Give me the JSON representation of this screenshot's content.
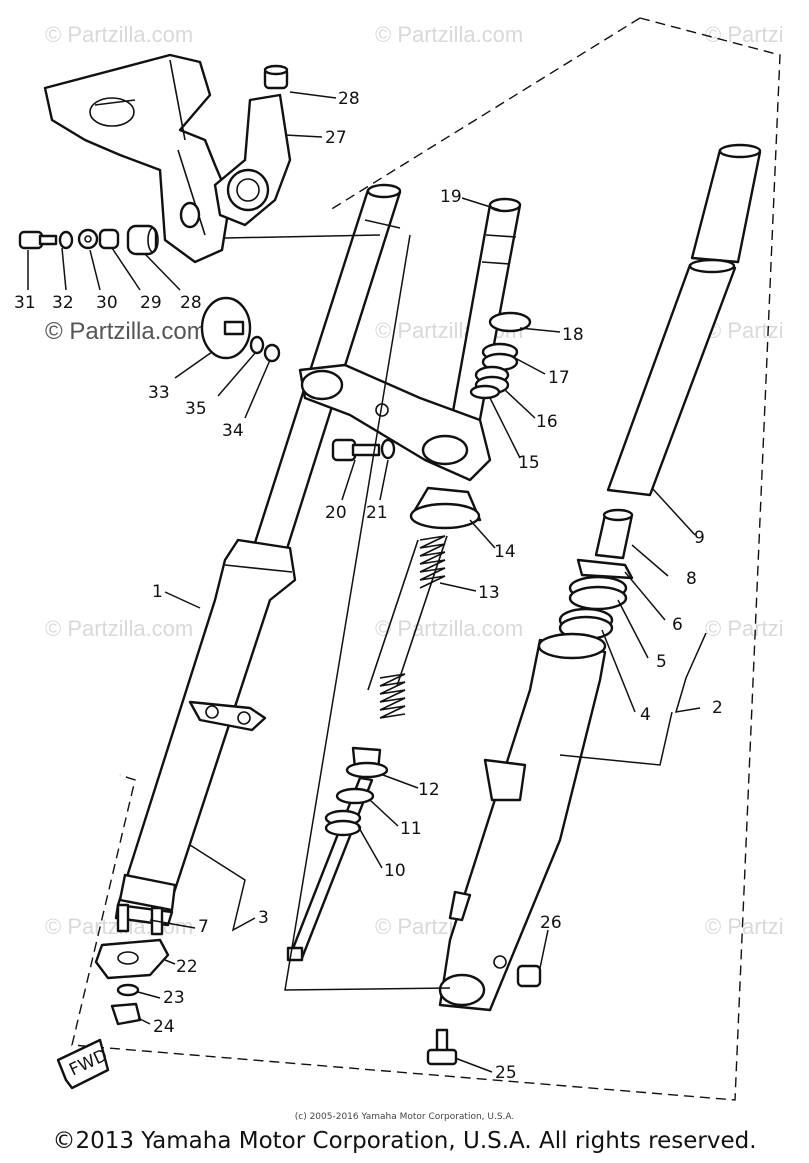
{
  "watermarks": {
    "faint": "© Partzilla.com",
    "bold": "© Partzilla.com",
    "edge": "© Partzi"
  },
  "callouts": [
    "1",
    "2",
    "3",
    "4",
    "5",
    "6",
    "7",
    "8",
    "9",
    "10",
    "11",
    "12",
    "13",
    "14",
    "15",
    "16",
    "17",
    "18",
    "19",
    "20",
    "21",
    "22",
    "23",
    "24",
    "25",
    "26",
    "27",
    "28",
    "28",
    "29",
    "30",
    "31",
    "32",
    "33",
    "34",
    "35"
  ],
  "fwd_label": "FWD",
  "small_copyright": "(c) 2005-2016 Yamaha Motor Corporation, U.S.A.",
  "footer_copyright": "©2013 Yamaha Motor Corporation, U.S.A. All rights reserved."
}
